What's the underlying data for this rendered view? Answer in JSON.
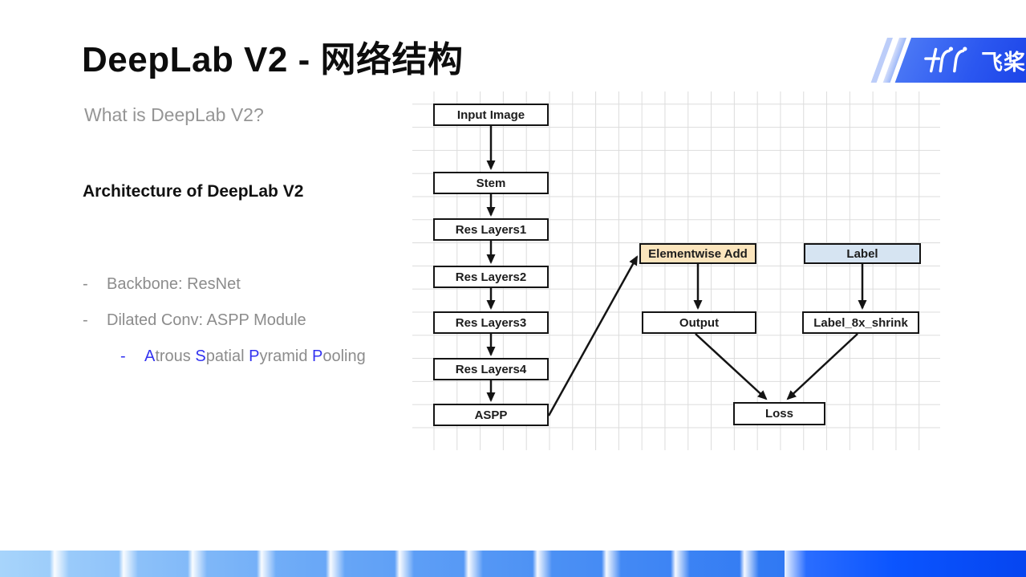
{
  "slide": {
    "title": "DeepLab V2 - 网络结构",
    "question": "What is DeepLab V2?",
    "heading": "Architecture of DeepLab V2",
    "bullet_dash": "-",
    "bullets": [
      {
        "text": "Backbone: ResNet"
      },
      {
        "text": "Dilated Conv: ASPP Module"
      }
    ],
    "sub_bullet": {
      "parts": [
        {
          "text": "A",
          "blue": true
        },
        {
          "text": "trous ",
          "blue": false
        },
        {
          "text": "S",
          "blue": true
        },
        {
          "text": "patial ",
          "blue": false
        },
        {
          "text": "P",
          "blue": true
        },
        {
          "text": "yramid ",
          "blue": false
        },
        {
          "text": "P",
          "blue": true
        },
        {
          "text": "ooling",
          "blue": false
        }
      ]
    }
  },
  "logo": {
    "brand": "飞桨"
  },
  "diagram": {
    "nodes": [
      {
        "id": "input-image",
        "label": "Input Image"
      },
      {
        "id": "stem",
        "label": "Stem"
      },
      {
        "id": "res-layers1",
        "label": "Res Layers1"
      },
      {
        "id": "res-layers2",
        "label": "Res Layers2"
      },
      {
        "id": "res-layers3",
        "label": "Res Layers3"
      },
      {
        "id": "res-layers4",
        "label": "Res Layers4"
      },
      {
        "id": "aspp",
        "label": "ASPP"
      },
      {
        "id": "elementwise-add",
        "label": "Elementwise Add"
      },
      {
        "id": "label",
        "label": "Label"
      },
      {
        "id": "output",
        "label": "Output"
      },
      {
        "id": "label-8x-shrink",
        "label": "Label_8x_shrink"
      },
      {
        "id": "loss",
        "label": "Loss"
      }
    ],
    "edges": [
      "input-image->stem",
      "stem->res-layers1",
      "res-layers1->res-layers2",
      "res-layers2->res-layers3",
      "res-layers3->res-layers4",
      "res-layers4->aspp",
      "aspp->elementwise-add",
      "elementwise-add->output",
      "label->label-8x-shrink",
      "output->loss",
      "label-8x-shrink->loss"
    ]
  },
  "colors": {
    "title_text": "#0d0d0d",
    "muted_text": "#8c8c8c",
    "aspp_letter_blue": "#3333f0",
    "node_border": "#141414",
    "node_tan_fill": "#fbe5bd",
    "node_blue_fill": "#d6e4f2",
    "grid_line": "#dcdcdc",
    "logo_blue": "#2b57f0",
    "footer_blue_start": "#a7d4fb",
    "footer_blue_end": "#0545f0"
  }
}
